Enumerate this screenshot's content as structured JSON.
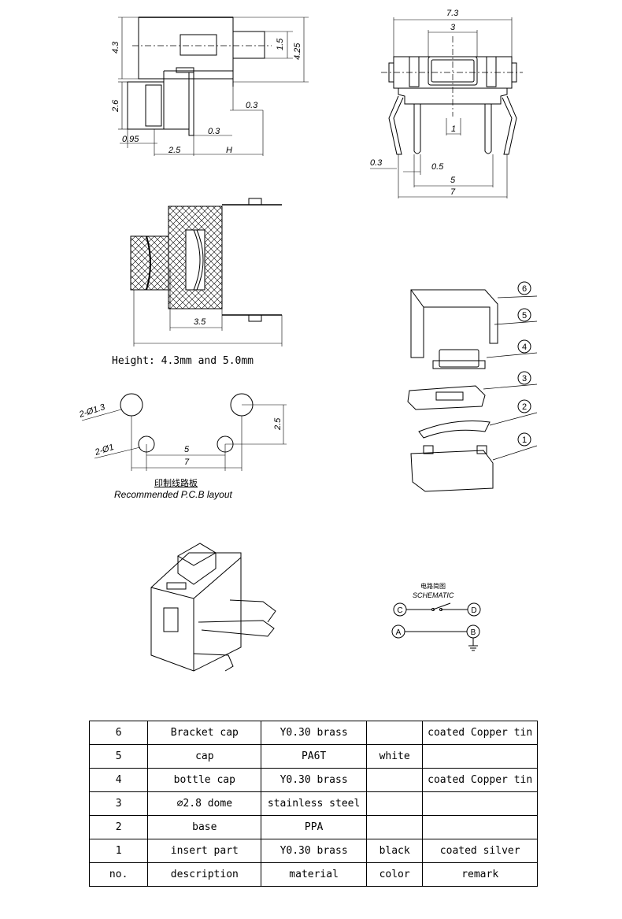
{
  "top_view": {
    "dims": [
      "4.3",
      "1.5",
      "4.25",
      "2.6",
      "0.3",
      "0.3",
      "0.95",
      "2.5",
      "H"
    ]
  },
  "front_view": {
    "dims": [
      "7.3",
      "3",
      "1",
      "0.3",
      "0.5",
      "5",
      "7"
    ]
  },
  "section_view": {
    "dim_width": "3.5",
    "height_note": "Height: 4.3mm and 5.0mm"
  },
  "pcb_layout": {
    "hole_large": "2-Ø1.3",
    "hole_small": "2-Ø1",
    "dim_pitch": "5",
    "dim_width": "7",
    "dim_height": "2.5",
    "title_cn": "印制线路板",
    "title_en": "Recommended P.C.B layout"
  },
  "exploded_view": {
    "callouts": [
      "6",
      "5",
      "4",
      "3",
      "2",
      "1"
    ]
  },
  "schematic": {
    "title_cn": "电路简图",
    "title_en": "SCHEMATIC",
    "terminals": [
      "C",
      "D",
      "A",
      "B"
    ]
  },
  "bom": {
    "rows": [
      {
        "no": "6",
        "description": "Bracket cap",
        "material": "Y0.30 brass",
        "color": "",
        "remark": "coated Copper tin"
      },
      {
        "no": "5",
        "description": "cap",
        "material": "PA6T",
        "color": "white",
        "remark": ""
      },
      {
        "no": "4",
        "description": "bottle cap",
        "material": "Y0.30 brass",
        "color": "",
        "remark": "coated Copper tin"
      },
      {
        "no": "3",
        "description": "⌀2.8 dome",
        "material": "stainless steel",
        "color": "",
        "remark": ""
      },
      {
        "no": "2",
        "description": "base",
        "material": "PPA",
        "color": "",
        "remark": ""
      },
      {
        "no": "1",
        "description": "insert part",
        "material": "Y0.30 brass",
        "color": "black",
        "remark": "coated silver"
      }
    ],
    "header": {
      "no": "no.",
      "description": "description",
      "material": "material",
      "color": "color",
      "remark": "remark"
    }
  }
}
